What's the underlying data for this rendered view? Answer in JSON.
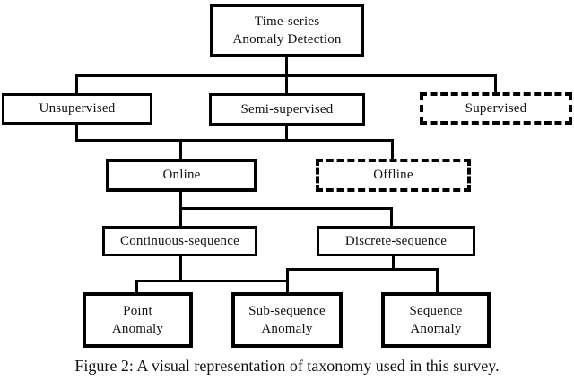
{
  "figure": {
    "caption": "Figure 2: A visual representation of taxonomy used in this survey."
  },
  "diagram": {
    "type": "taxonomy-tree",
    "colors": {
      "line": "#000000",
      "background": "#ffffff",
      "text": "#111111"
    },
    "nodes": {
      "root": {
        "line1": "Time-series",
        "line2": "Anomaly Detection",
        "style": "solid"
      },
      "unsupervised": {
        "label": "Unsupervised",
        "style": "solid"
      },
      "semi_supervised": {
        "label": "Semi-supervised",
        "style": "solid"
      },
      "supervised": {
        "label": "Supervised",
        "style": "dashed"
      },
      "online": {
        "label": "Online",
        "style": "solid"
      },
      "offline": {
        "label": "Offline",
        "style": "dashed"
      },
      "continuous_sequence": {
        "label": "Continuous-sequence",
        "style": "solid"
      },
      "discrete_sequence": {
        "label": "Discrete-sequence",
        "style": "solid"
      },
      "point_anomaly": {
        "line1": "Point",
        "line2": "Anomaly",
        "style": "solid"
      },
      "sub_sequence_anomaly": {
        "line1": "Sub-sequence",
        "line2": "Anomaly",
        "style": "solid"
      },
      "sequence_anomaly": {
        "line1": "Sequence",
        "line2": "Anomaly",
        "style": "solid"
      }
    },
    "edges": [
      {
        "parents": [
          "root"
        ],
        "children": [
          "unsupervised",
          "semi_supervised",
          "supervised"
        ]
      },
      {
        "parents": [
          "unsupervised",
          "semi_supervised"
        ],
        "children": [
          "online",
          "offline"
        ]
      },
      {
        "parents": [
          "online"
        ],
        "children": [
          "continuous_sequence",
          "discrete_sequence"
        ]
      },
      {
        "parents": [
          "continuous_sequence"
        ],
        "children": [
          "point_anomaly",
          "sub_sequence_anomaly"
        ]
      },
      {
        "parents": [
          "discrete_sequence"
        ],
        "children": [
          "sub_sequence_anomaly",
          "sequence_anomaly"
        ]
      }
    ]
  }
}
